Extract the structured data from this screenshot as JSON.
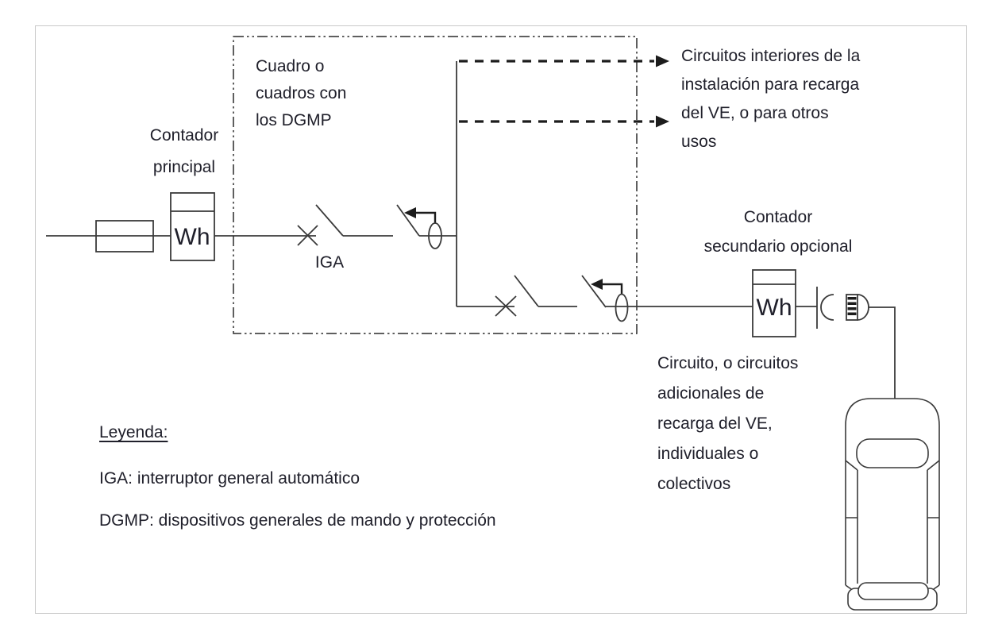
{
  "colors": {
    "background": "#ffffff",
    "frame_border": "#c9c9c9",
    "line": "#3a3a3a",
    "arrow": "#1c1c1c",
    "text": "#20202b"
  },
  "diagram": {
    "labels": {
      "contador_principal_lines": [
        "Contador",
        "principal"
      ],
      "cuadro_dgmp_lines": [
        "Cuadro o",
        "cuadros con",
        "los DGMP"
      ],
      "iga": "IGA",
      "wh_main": "Wh",
      "wh_secondary": "Wh",
      "contador_secundario_lines": [
        "Contador",
        "secundario opcional"
      ],
      "circuitos_interiores_lines": [
        "Circuitos interiores de la",
        "instalación para recarga",
        "del VE, o para otros",
        "usos"
      ],
      "circuito_adicional_lines": [
        "Circuito, o circuitos",
        "adicionales de",
        "recarga del VE,",
        "individuales o",
        "colectivos"
      ]
    },
    "legend": {
      "title": "Leyenda:",
      "items": [
        "IGA: interruptor general automático",
        "DGMP: dispositivos generales de mando y protección"
      ]
    },
    "symbols": [
      "fuse",
      "main-energy-meter",
      "dgmp-panel",
      "iga-breaker",
      "main-rcd",
      "interior-circuit-arrows",
      "ev-branch-breaker",
      "ev-branch-rcd",
      "secondary-energy-meter",
      "socket-outlet",
      "plug",
      "electric-vehicle-top-view"
    ]
  }
}
